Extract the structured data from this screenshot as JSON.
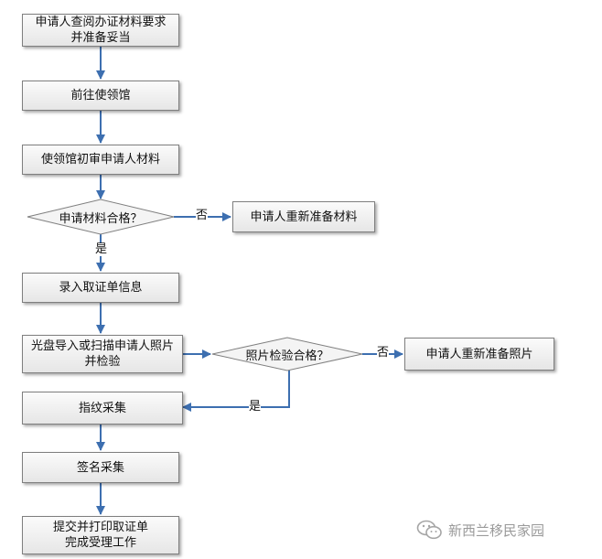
{
  "steps": {
    "check_requirements": [
      "申请人查阅办证材料要求",
      "并准备妥当"
    ],
    "go_to_consulate": "前往使领馆",
    "initial_review": "使领馆初审申请人材料",
    "record_info": "录入取证单信息",
    "import_photo": [
      "光盘导入或扫描申请人照片",
      "并检验"
    ],
    "fingerprint": "指纹采集",
    "signature": "签名采集",
    "submit": [
      "提交并打印取证单",
      "完成受理工作"
    ],
    "reprepare_materials": "申请人重新准备材料",
    "reprepare_photo": "申请人重新准备照片"
  },
  "decisions": {
    "materials_ok": "申请材料合格？",
    "photo_ok": "照片检验合格？"
  },
  "edge_labels": {
    "materials_no": "否",
    "materials_yes": "是",
    "photo_no": "否",
    "photo_yes": "是"
  },
  "watermark": {
    "text": "新西兰移民家园",
    "icon": "wechat-icon"
  },
  "colors": {
    "arrow": "#3d6fb0",
    "border": "#7f7f7f"
  }
}
